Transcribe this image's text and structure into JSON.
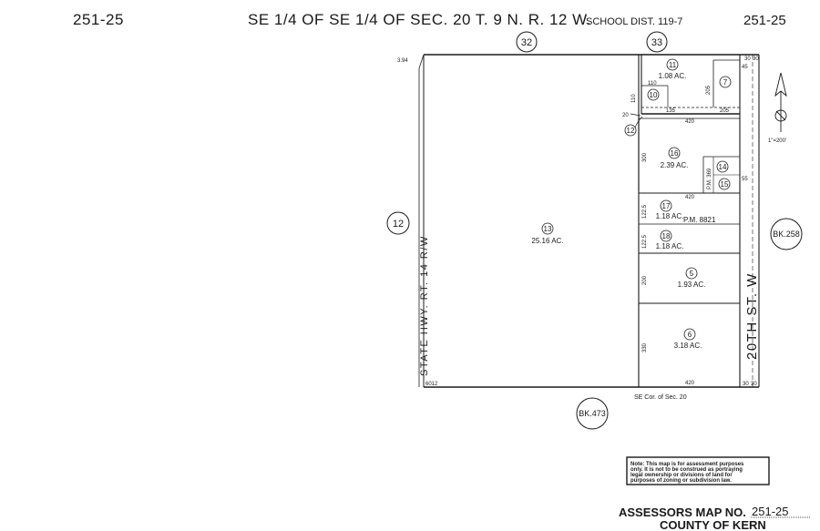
{
  "header": {
    "left_map_no": "251-25",
    "title": "SE 1/4 OF SE 1/4 OF SEC. 20 T. 9 N. R. 12 W.",
    "school_dist": "SCHOOL DIST. 119-7",
    "right_map_no": "251-25"
  },
  "page_refs": {
    "top_left": "32",
    "top_right": "33",
    "left": "12",
    "right": "BK.258",
    "bottom": "BK.473"
  },
  "roads": {
    "highway": "STATE HWY. RT. 14 R/W",
    "street": "20TH ST. W"
  },
  "parcels": [
    {
      "id": "13",
      "area": "25.16 AC."
    },
    {
      "id": "11",
      "area": "1.08 AC."
    },
    {
      "id": "10",
      "area": ""
    },
    {
      "id": "7",
      "area": ""
    },
    {
      "id": "12",
      "area": ""
    },
    {
      "id": "16",
      "area": "2.39 AC."
    },
    {
      "id": "14",
      "area": ""
    },
    {
      "id": "15",
      "area": ""
    },
    {
      "id": "17",
      "area": "1.18 AC."
    },
    {
      "id": "18",
      "area": "1.18 AC."
    },
    {
      "id": "5",
      "area": "1.93 AC."
    },
    {
      "id": "6",
      "area": "3.18 AC."
    }
  ],
  "dimensions": {
    "d394": "3.94",
    "d6012": "6012",
    "d110a": "110",
    "d110b": "110",
    "d135": "135",
    "d205a": "205",
    "d205b": "205",
    "d45": "45",
    "d30a": "30",
    "d30b": "30",
    "d30c": "30",
    "d30d": "30",
    "d20": "20",
    "d420a": "420",
    "d420b": "420",
    "d420c": "420",
    "d300": "300",
    "d55": "55",
    "d1225a": "122.5",
    "d1225b": "122.5",
    "d200": "200",
    "d330": "330",
    "pm369": "P.M. 369",
    "pm8821": "P.M. 8821",
    "se_cor": "SE Cor. of Sec. 20",
    "scale": "1\"=200'"
  },
  "note": {
    "line1": "Note: This map is for assessment purposes",
    "line2": "only. It is not to be construed as portraying",
    "line3": "legal ownership or divisions of land for",
    "line4": "purposes of zoning or subdivision law."
  },
  "footer": {
    "map_label": "ASSESSORS MAP NO.",
    "map_no": "251-25",
    "county": "COUNTY OF KERN"
  }
}
